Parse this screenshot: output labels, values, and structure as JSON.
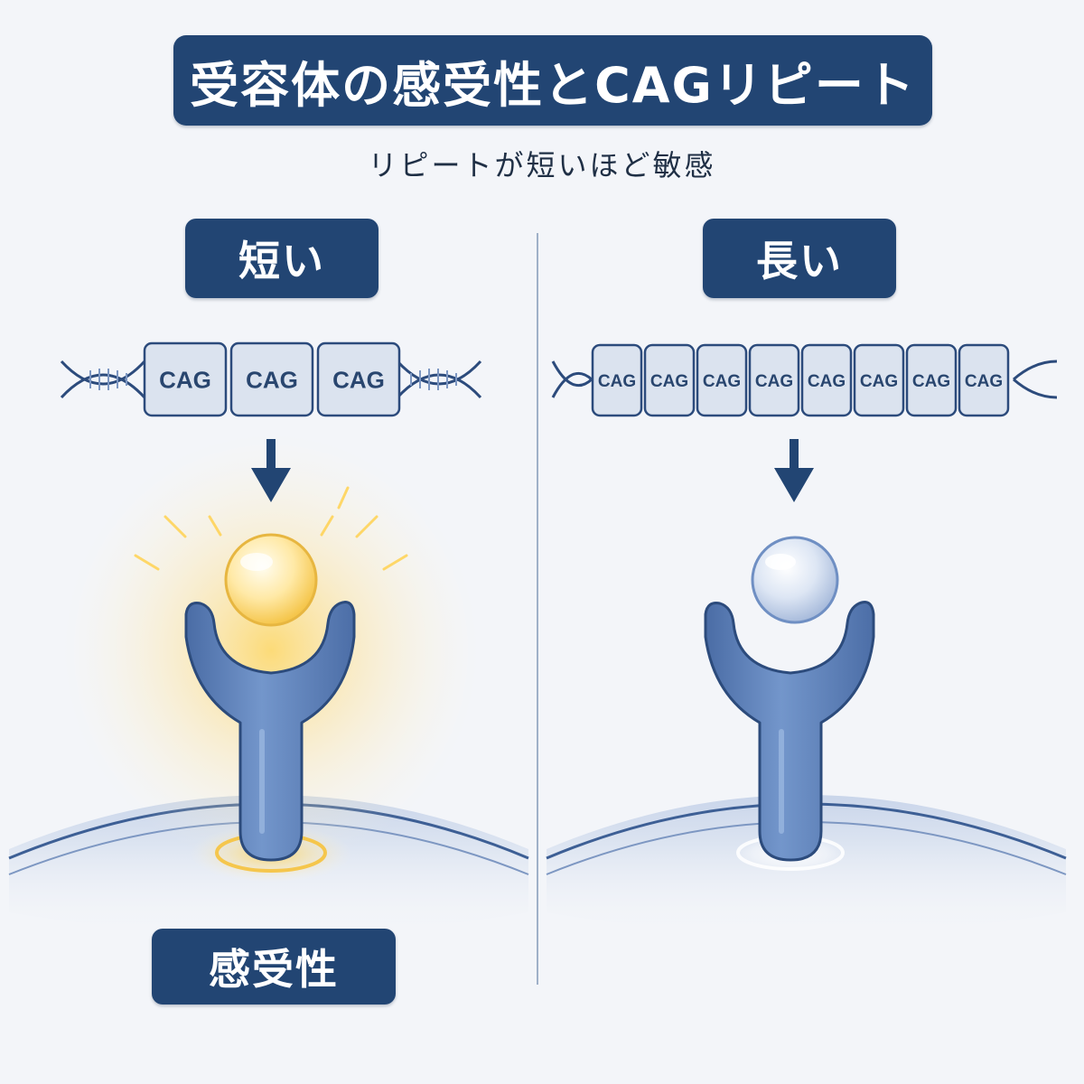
{
  "title": "受容体の感受性とCAGリピート",
  "subtitle": "リピートが短いほど敏感",
  "left_panel": {
    "label": "短い",
    "repeats": [
      "CAG",
      "CAG",
      "CAG"
    ],
    "outcome_label": "感受性"
  },
  "right_panel": {
    "label": "長い",
    "repeats": [
      "CAG",
      "CAG",
      "CAG",
      "CAG",
      "CAG",
      "CAG",
      "CAG",
      "CAG"
    ]
  },
  "colors": {
    "navy": "#224573",
    "receptor": "#5d7fb6",
    "glow": "#ffd45a",
    "background": "#f3f5f9"
  }
}
